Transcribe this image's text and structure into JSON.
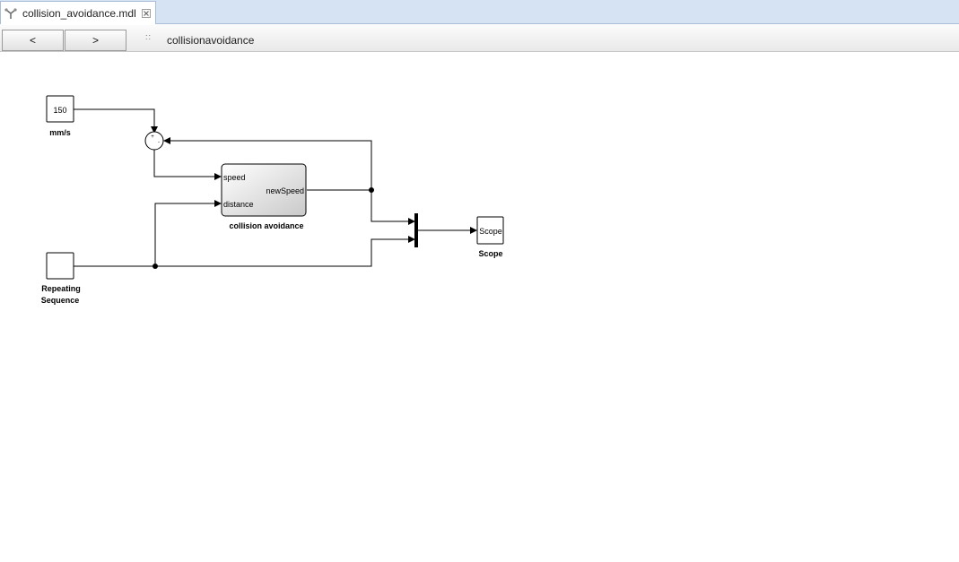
{
  "tab": {
    "title": "collision_avoidance.mdl"
  },
  "toolbar": {
    "back_label": "<",
    "forward_label": ">",
    "breadcrumb": "collisionavoidance"
  },
  "diagram": {
    "constant_value": "150",
    "constant_name": "mm/s",
    "sum_signs": [
      "+",
      "-"
    ],
    "subsystem": {
      "name": "collision avoidance",
      "inputs": [
        "speed",
        "distance"
      ],
      "outputs": [
        "newSpeed"
      ]
    },
    "repeating_name_line1": "Repeating",
    "repeating_name_line2": "Sequence",
    "scope_inner": "Scope",
    "scope_name": "Scope"
  }
}
